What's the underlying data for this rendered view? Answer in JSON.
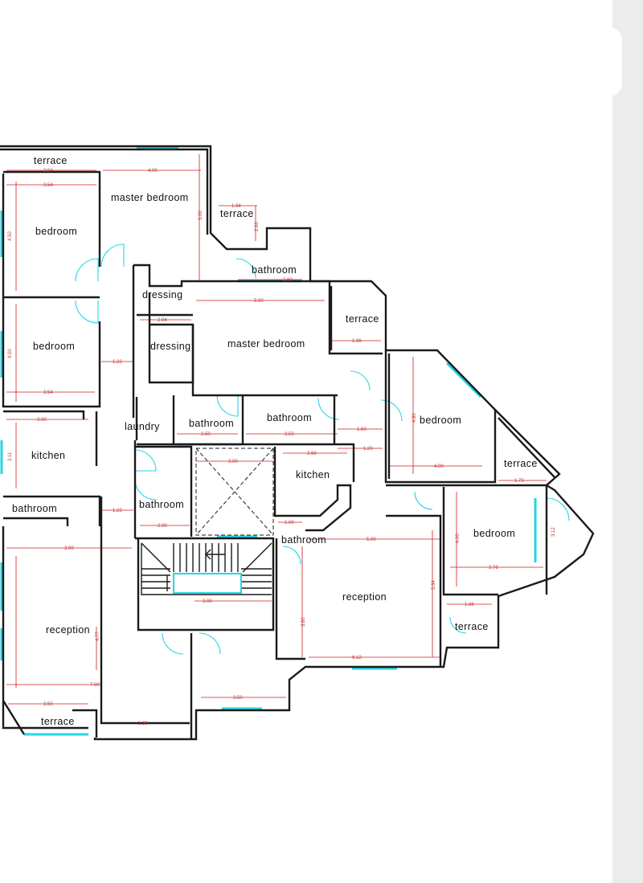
{
  "colors": {
    "wall": "#1a1a1a",
    "dimension": "#d01c1c",
    "opening": "#25d6e6",
    "background": "#ffffff",
    "strip": "#ececec"
  },
  "rooms": [
    {
      "label": "terrace"
    },
    {
      "label": "master bedroom"
    },
    {
      "label": "terrace"
    },
    {
      "label": "bedroom"
    },
    {
      "label": "bathroom"
    },
    {
      "label": "dressing"
    },
    {
      "label": "terrace"
    },
    {
      "label": "bedroom"
    },
    {
      "label": "dressing"
    },
    {
      "label": "master bedroom"
    },
    {
      "label": "laundry"
    },
    {
      "label": "bathroom"
    },
    {
      "label": "bathroom"
    },
    {
      "label": "bedroom"
    },
    {
      "label": "kitchen"
    },
    {
      "label": "kitchen"
    },
    {
      "label": "terrace"
    },
    {
      "label": "bathroom"
    },
    {
      "label": "bathroom"
    },
    {
      "label": "bedroom"
    },
    {
      "label": "bathroom"
    },
    {
      "label": "reception"
    },
    {
      "label": "reception"
    },
    {
      "label": "terrace"
    },
    {
      "label": "terrace"
    }
  ],
  "dimensions": [
    {
      "text": "3.54"
    },
    {
      "text": "4.00"
    },
    {
      "text": "3.54"
    },
    {
      "text": "4.50"
    },
    {
      "text": "5.00"
    },
    {
      "text": "1.94"
    },
    {
      "text": "2.00"
    },
    {
      "text": "2.60"
    },
    {
      "text": "2.04"
    },
    {
      "text": "5.00"
    },
    {
      "text": "1.96"
    },
    {
      "text": "4.00"
    },
    {
      "text": "1.22"
    },
    {
      "text": "3.54"
    },
    {
      "text": "3.00"
    },
    {
      "text": "2.50"
    },
    {
      "text": "3.50"
    },
    {
      "text": "2.68"
    },
    {
      "text": "1.60"
    },
    {
      "text": "1.20"
    },
    {
      "text": "4.00"
    },
    {
      "text": "4.80"
    },
    {
      "text": "3.11"
    },
    {
      "text": "3.00"
    },
    {
      "text": "1.22"
    },
    {
      "text": "2.00"
    },
    {
      "text": "1.00"
    },
    {
      "text": "3.00"
    },
    {
      "text": "3.12"
    },
    {
      "text": "4.00"
    },
    {
      "text": "3.76"
    },
    {
      "text": "3.00"
    },
    {
      "text": "5.00"
    },
    {
      "text": "3.60"
    },
    {
      "text": "5.34"
    },
    {
      "text": "1.86"
    },
    {
      "text": "6.12"
    },
    {
      "text": "7.00"
    },
    {
      "text": "3.50"
    },
    {
      "text": "3.50"
    },
    {
      "text": "3.38"
    },
    {
      "text": "1.73"
    },
    {
      "text": "4.77"
    }
  ]
}
